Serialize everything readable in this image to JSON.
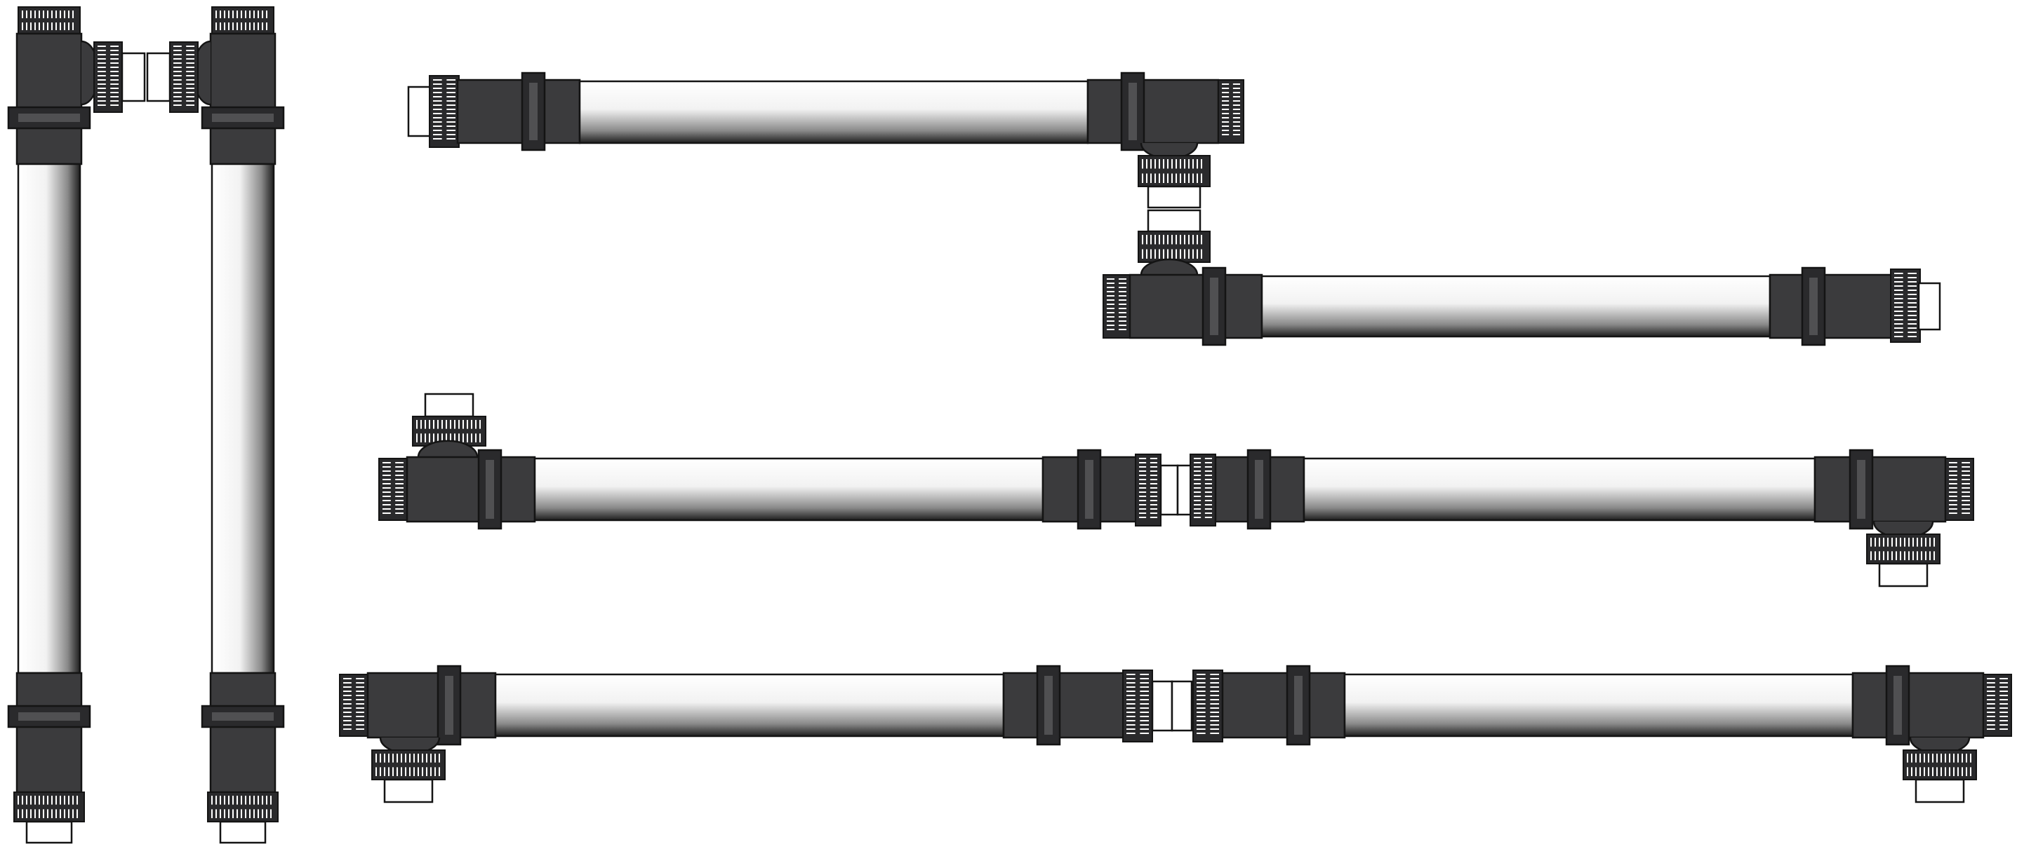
{
  "diagram": {
    "colors": {
      "background": "#ffffff",
      "fitting": "#3b3b3d",
      "fitting_band": "#2a2a2c",
      "band_stripe": "#505052",
      "outline": "#141414",
      "pipe_light": "#ffffff",
      "pipe_shade": "#1e1e1e"
    },
    "assemblies": [
      {
        "id": "vertical-pair",
        "description_only": true
      },
      {
        "id": "upper-right-step"
      },
      {
        "id": "middle-run"
      },
      {
        "id": "lower-run"
      }
    ]
  }
}
